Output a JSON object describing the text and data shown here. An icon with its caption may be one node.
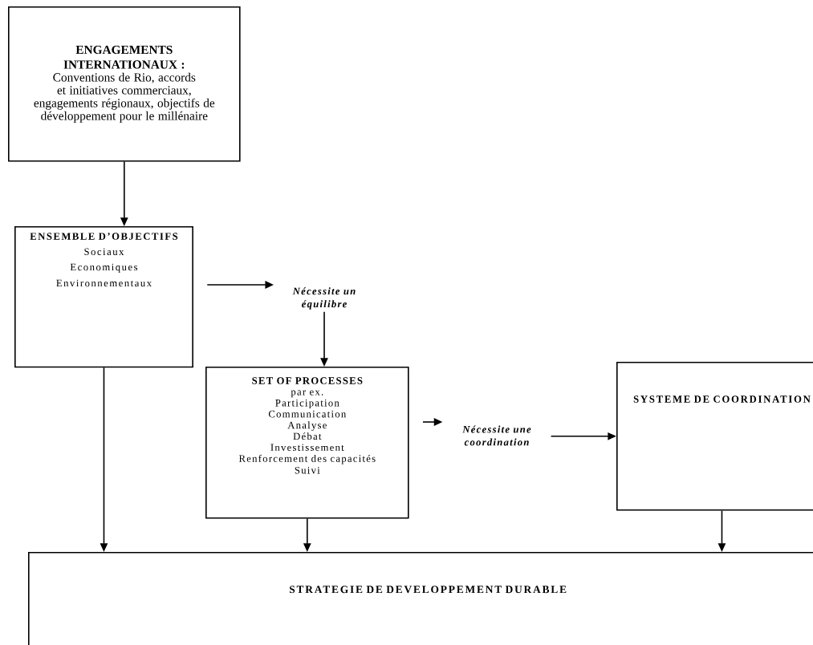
{
  "diagram": {
    "nodes": [
      {
        "text": [
          "ENGAGEMENTS INTERNATIONAUX :",
          "Conventions de Rio, accords et initiatives commerciaux, engagements régionaux, objectifs de développement pour le millénaire"
        ]
      },
      {
        "text": [
          "ENSEMBLE D’OBJECTIFS",
          "Sociaux",
          "Economiques",
          "Environnementaux"
        ]
      },
      {
        "text": [
          "Nécessite un équilibre"
        ]
      },
      {
        "text": [
          "SET OF PROCESSES",
          "par ex.",
          "Participation",
          "Communication",
          "Analyse",
          "Débat",
          "Investissement",
          "Renforcement des capacités",
          "Suivi"
        ]
      },
      {
        "text": [
          "Nécessite une coordination"
        ]
      },
      {
        "text": [
          "SYSTEME DE COORDINATION"
        ]
      },
      {
        "text": [
          "STRATEGIE DE DEVELOPPEMENT DURABLE"
        ]
      }
    ],
    "edges": [
      {
        "from": 0,
        "to": 1,
        "arrow": "to"
      },
      {
        "from": 1,
        "to": 2,
        "arrow": "to"
      },
      {
        "from": 2,
        "to": 3,
        "arrow": "to"
      },
      {
        "from": 3,
        "to": 4,
        "arrow": "to"
      },
      {
        "from": 4,
        "to": 5,
        "arrow": "to"
      },
      {
        "from": 1,
        "to": 6,
        "arrow": "to"
      },
      {
        "from": 3,
        "to": 6,
        "arrow": "to"
      },
      {
        "from": 5,
        "to": 6,
        "arrow": "to"
      }
    ]
  }
}
